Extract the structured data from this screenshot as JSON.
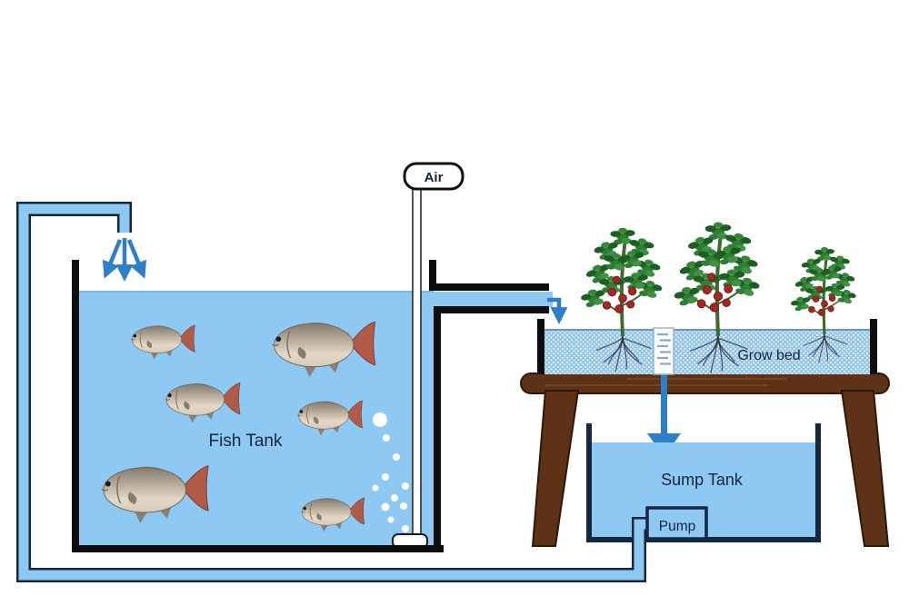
{
  "diagram": {
    "type": "aquaponics-system",
    "labels": {
      "air": "Air",
      "fish_tank": "Fish Tank",
      "grow_bed": "Grow bed",
      "sump_tank": "Sump Tank",
      "pump": "Pump"
    },
    "counts": {
      "fish": 6,
      "plants": 3,
      "bubbles": 11,
      "water_inlet_arrows": 3
    }
  },
  "colors": {
    "water": "#8ec9f3",
    "pipe_outline": "#15273e",
    "tank_wall": "#0d0d0d",
    "arrow": "#2e7fc9",
    "table": "#5d3216",
    "table_outline": "#2e1708",
    "text": "#16243d",
    "media_base": "#96c6ea",
    "media_dot": "#eef7fd",
    "plant_green": "#2e7d32",
    "plant_green_dark": "#1d5e23",
    "tomato_red": "#a82525",
    "fish_tail": "#b05a48",
    "air_line": "#2b2b2b",
    "bubble": "#ffffff"
  }
}
